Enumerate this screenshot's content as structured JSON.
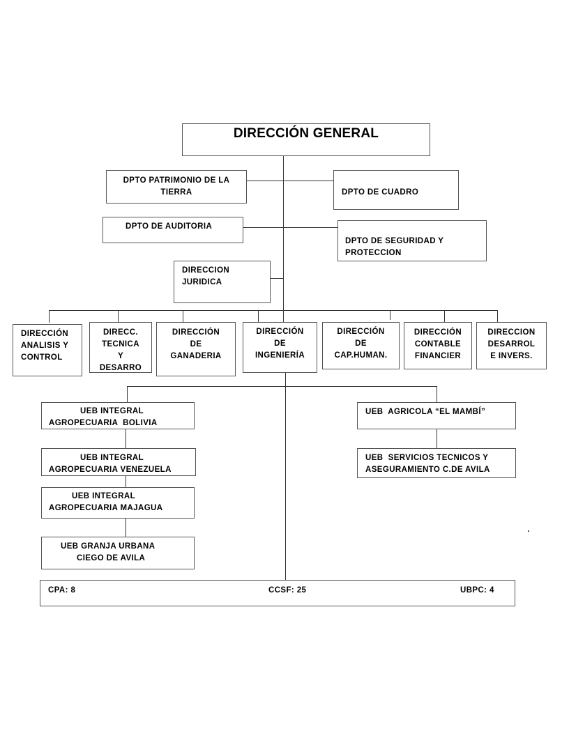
{
  "top": {
    "title": "DIRECCIÓN GENERAL"
  },
  "staff": {
    "patrimonio": [
      "DPTO PATRIMONIO DE LA",
      "TIERRA"
    ],
    "cuadro": [
      "DPTO DE CUADRO"
    ],
    "auditoria": [
      "DPTO DE AUDITORIA"
    ],
    "seguridad": [
      "DPTO DE SEGURIDAD Y",
      "PROTECCION"
    ],
    "juridica": [
      "DIRECCION",
      "JURIDICA"
    ]
  },
  "directions": [
    {
      "lines": [
        "DIRECCIÓN",
        "ANALISIS Y",
        "CONTROL"
      ]
    },
    {
      "lines": [
        "DIRECC.",
        "TECNICA",
        "Y",
        "DESARRO"
      ]
    },
    {
      "lines": [
        "DIRECCIÓN",
        "DE",
        "GANADERIA"
      ]
    },
    {
      "lines": [
        "DIRECCIÓN",
        "DE",
        "INGENIERÍA"
      ]
    },
    {
      "lines": [
        "DIRECCIÓN",
        "DE",
        "CAP.HUMAN."
      ]
    },
    {
      "lines": [
        "DIRECCIÓN",
        "CONTABLE",
        "FINANCIER"
      ]
    },
    {
      "lines": [
        "DIRECCION",
        "DESARROL",
        "E INVERS."
      ]
    }
  ],
  "ueb_left": [
    {
      "lines": [
        "UEB INTEGRAL",
        "AGROPECUARIA  BOLIVIA"
      ]
    },
    {
      "lines": [
        "UEB INTEGRAL",
        "AGROPECUARIA VENEZUELA"
      ]
    },
    {
      "lines": [
        "UEB INTEGRAL",
        "AGROPECUARIA MAJAGUA"
      ]
    },
    {
      "lines": [
        "UEB GRANJA URBANA",
        "CIEGO DE AVILA"
      ]
    }
  ],
  "ueb_right": [
    {
      "lines": [
        "UEB  AGRICOLA “EL MAMBÍ”"
      ]
    },
    {
      "lines": [
        "UEB  SERVICIOS TECNICOS Y",
        "ASEGURAMIENTO C.DE AVILA"
      ]
    }
  ],
  "footer": {
    "cpa": "CPA: 8",
    "ccsf": "CCSF: 25",
    "ubpc": "UBPC: 4"
  }
}
